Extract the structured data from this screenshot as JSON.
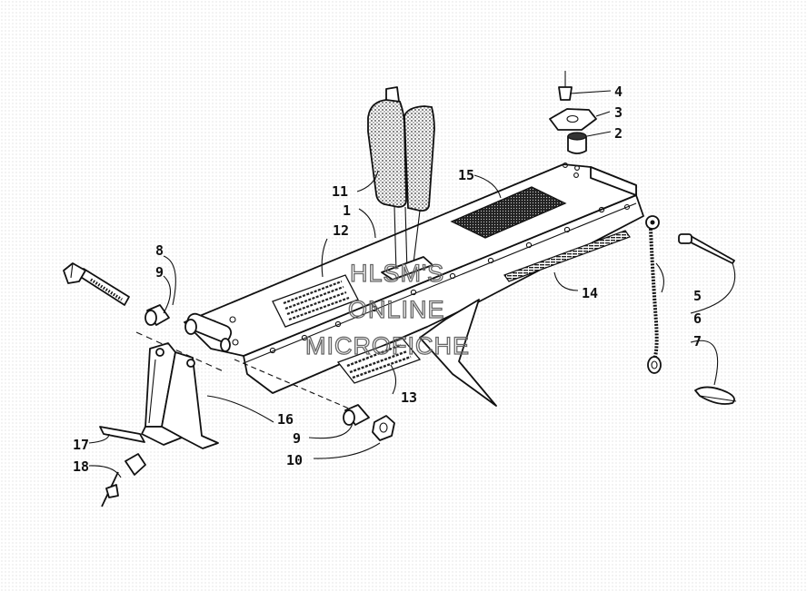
{
  "diagram": {
    "watermark": [
      "HLSM'S",
      "ONLINE",
      "MICROFICHE"
    ],
    "callouts": [
      {
        "id": "1",
        "label": "1"
      },
      {
        "id": "2",
        "label": "2"
      },
      {
        "id": "3",
        "label": "3"
      },
      {
        "id": "4",
        "label": "4"
      },
      {
        "id": "5",
        "label": "5"
      },
      {
        "id": "6",
        "label": "6"
      },
      {
        "id": "7",
        "label": "7"
      },
      {
        "id": "8",
        "label": "8"
      },
      {
        "id": "9a",
        "label": "9"
      },
      {
        "id": "9b",
        "label": "9"
      },
      {
        "id": "10",
        "label": "10"
      },
      {
        "id": "11",
        "label": "11"
      },
      {
        "id": "12",
        "label": "12"
      },
      {
        "id": "13",
        "label": "13"
      },
      {
        "id": "14",
        "label": "14"
      },
      {
        "id": "15",
        "label": "15"
      },
      {
        "id": "16",
        "label": "16"
      },
      {
        "id": "17",
        "label": "17"
      },
      {
        "id": "18",
        "label": "18"
      }
    ]
  }
}
